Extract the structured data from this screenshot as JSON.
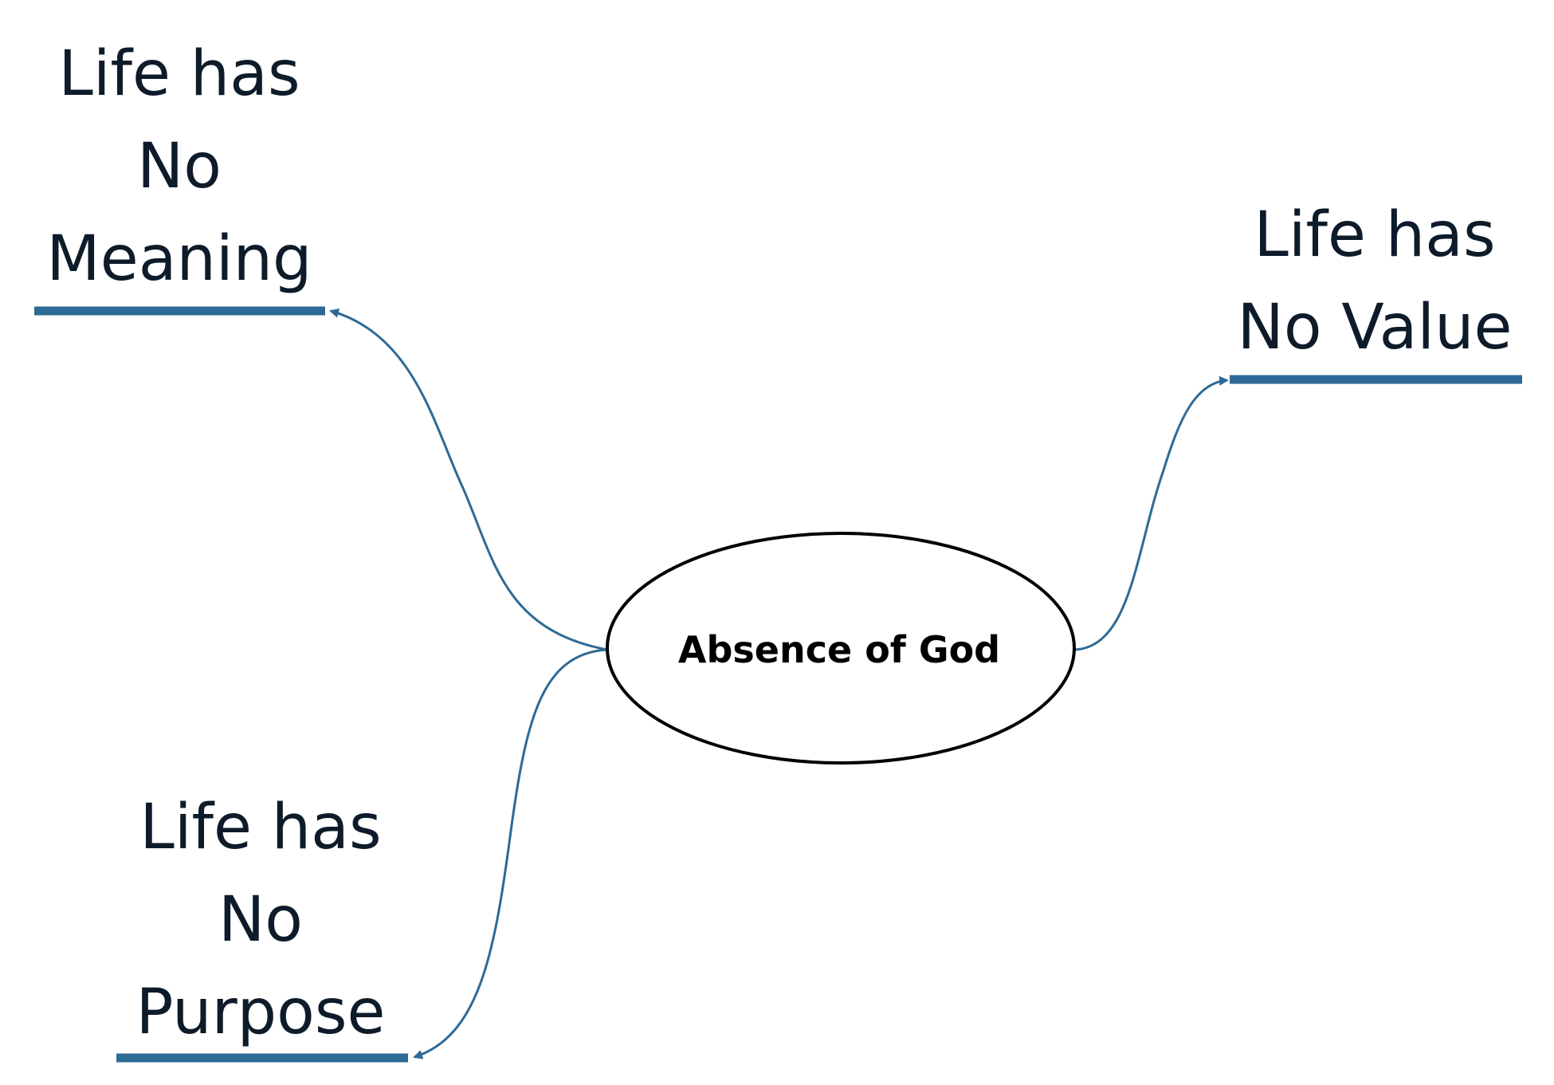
{
  "diagram": {
    "central_node": {
      "label": "Absence of God"
    },
    "branches": [
      {
        "id": "meaning",
        "lines": [
          "Life has",
          "No",
          "Meaning"
        ]
      },
      {
        "id": "value",
        "lines": [
          "Life has",
          "No Value"
        ]
      },
      {
        "id": "purpose",
        "lines": [
          "Life has",
          "No",
          "Purpose"
        ]
      }
    ],
    "colors": {
      "connector": "#2e6a96",
      "underline": "#2e6a96",
      "text": "#0d1b2a",
      "ellipse_stroke": "#000000"
    }
  }
}
